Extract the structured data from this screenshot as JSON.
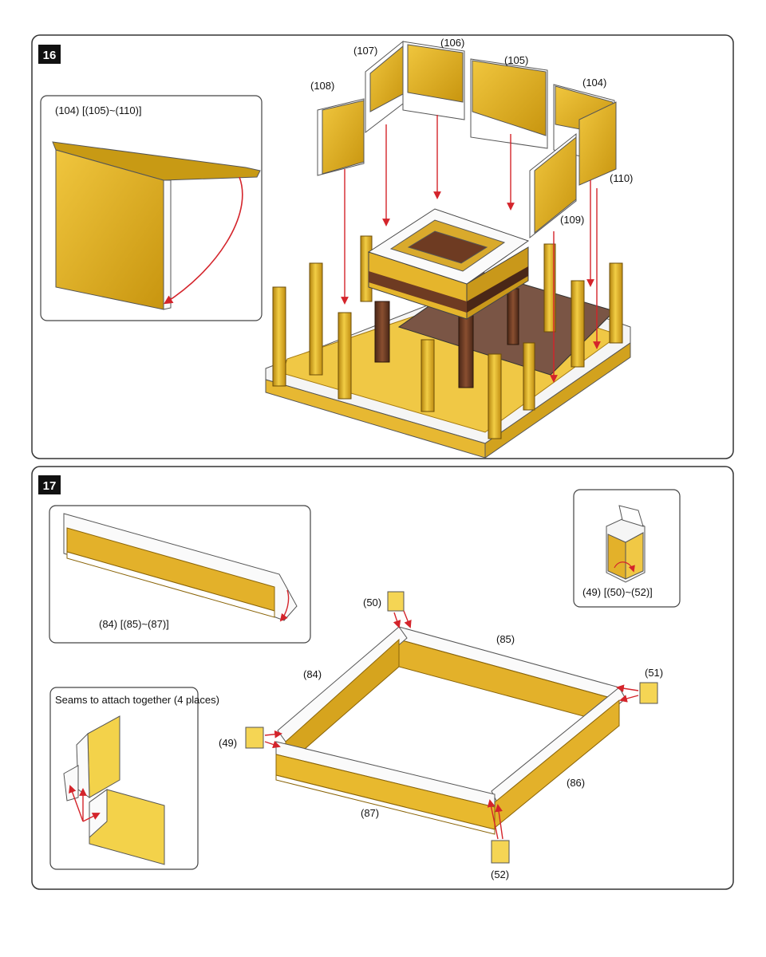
{
  "palette": {
    "gold": "#e3b12a",
    "gold_dark": "#b3840f",
    "gold_light": "#f4d25a",
    "brown": "#6e3b22",
    "brown_dark": "#4a2717",
    "red_arrow": "#d4242b",
    "panel_border": "#333333"
  },
  "step16": {
    "number": "16",
    "inset_label": "(104) [(105)~(110)]",
    "labels": {
      "p104": "(104)",
      "p105": "(105)",
      "p106": "(106)",
      "p107": "(107)",
      "p108": "(108)",
      "p109": "(109)",
      "p110": "(110)"
    }
  },
  "step17": {
    "number": "17",
    "inset_top_left_label": "(84) [(85)~(87)]",
    "inset_top_right_label": "(49) [(50)~(52)]",
    "inset_bottom_left_label": "Seams to attach together (4 places)",
    "labels": {
      "p84": "(84)",
      "p85": "(85)",
      "p86": "(86)",
      "p87": "(87)",
      "p49": "(49)",
      "p50": "(50)",
      "p51": "(51)",
      "p52": "(52)"
    }
  }
}
